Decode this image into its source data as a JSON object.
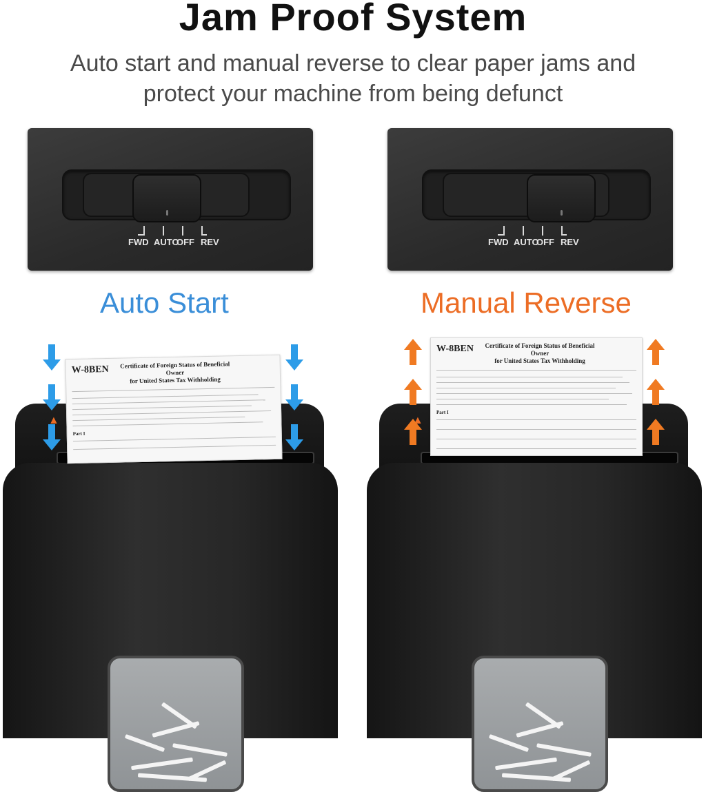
{
  "header": {
    "title": "Jam Proof System",
    "subtitle_line1": "Auto start and manual reverse to clear paper jams and",
    "subtitle_line2": "protect your machine from being defunct"
  },
  "panel": {
    "labels": {
      "fwd": "FWD",
      "auto": "AUTO",
      "off": "OFF",
      "rev": "REV"
    }
  },
  "modes": {
    "auto_start": "Auto Start",
    "manual_reverse": "Manual Reverse"
  },
  "paper": {
    "form_id": "W-8BEN",
    "heading_line1": "Certificate of Foreign Status of Beneficial Owner",
    "heading_line2": "for United States Tax Withholding",
    "part": "Part I"
  },
  "colors": {
    "auto_accent": "#3a8ed8",
    "reverse_accent": "#ec6d25",
    "arrow_blue": "#2d9ce8",
    "arrow_orange": "#f07a22"
  },
  "icons": {
    "down": "arrow-down-icon",
    "up": "arrow-up-icon"
  }
}
